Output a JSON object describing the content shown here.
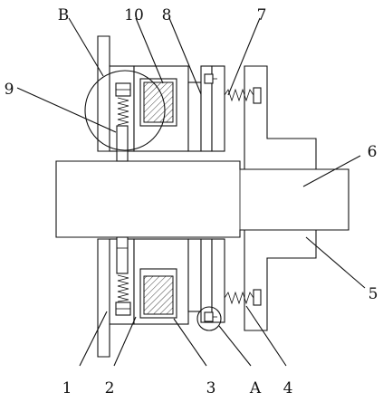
{
  "diagram": {
    "labels": {
      "l1": "1",
      "l2": "2",
      "l3": "3",
      "lA": "A",
      "l4": "4",
      "l5": "5",
      "l6": "6",
      "l7": "7",
      "l8": "8",
      "l9": "9",
      "l10": "10",
      "lB": "B"
    }
  }
}
